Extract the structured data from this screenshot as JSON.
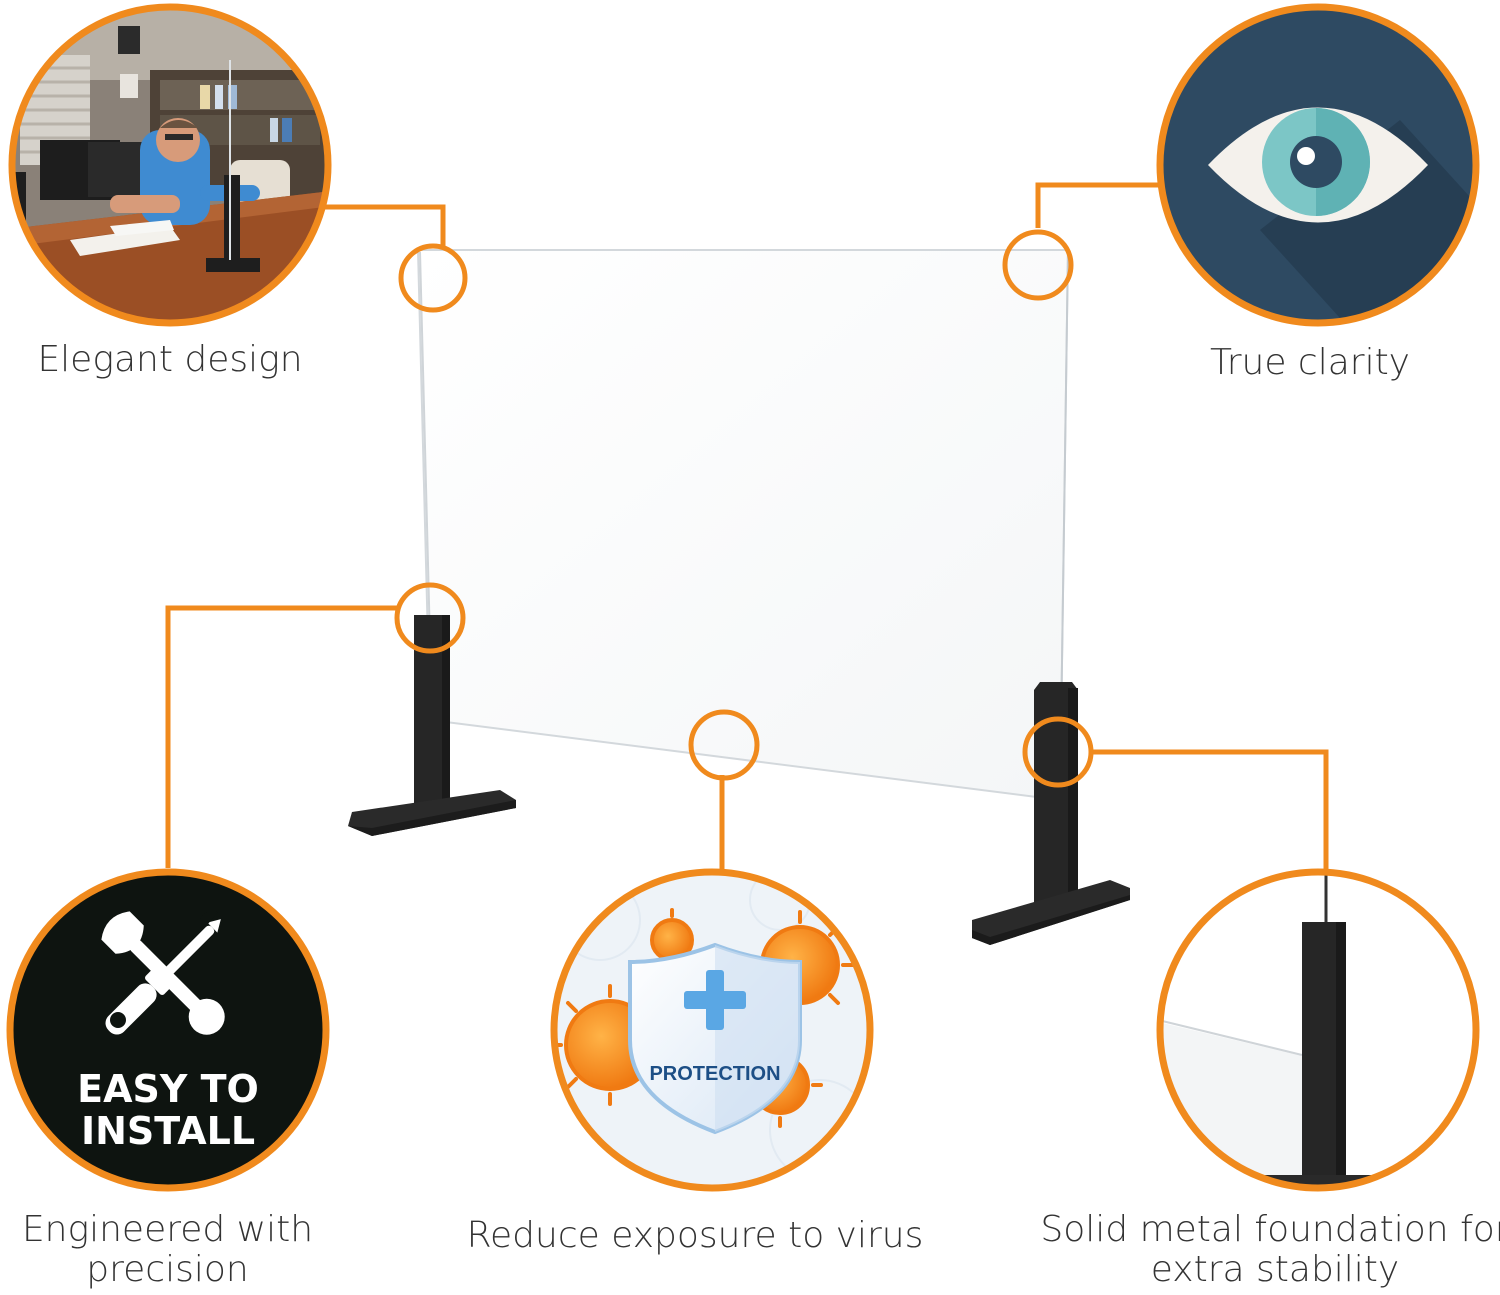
{
  "accent_color": "#F08A1D",
  "features": {
    "elegant": {
      "caption": "Elegant design",
      "icon": "office-photo-icon"
    },
    "clarity": {
      "caption": "True clarity",
      "icon": "eye-icon"
    },
    "install": {
      "badge_line1": "EASY TO",
      "badge_line2": "INSTALL",
      "caption_line1": "Engineered with",
      "caption_line2": "precision",
      "icon": "wrench-screwdriver-icon"
    },
    "virus": {
      "shield_text": "PROTECTION",
      "caption": "Reduce exposure to virus",
      "icon": "shield-virus-icon"
    },
    "foundation": {
      "caption_line1": "Solid metal foundation for",
      "caption_line2": "extra stability",
      "icon": "stand-closeup-icon"
    }
  }
}
